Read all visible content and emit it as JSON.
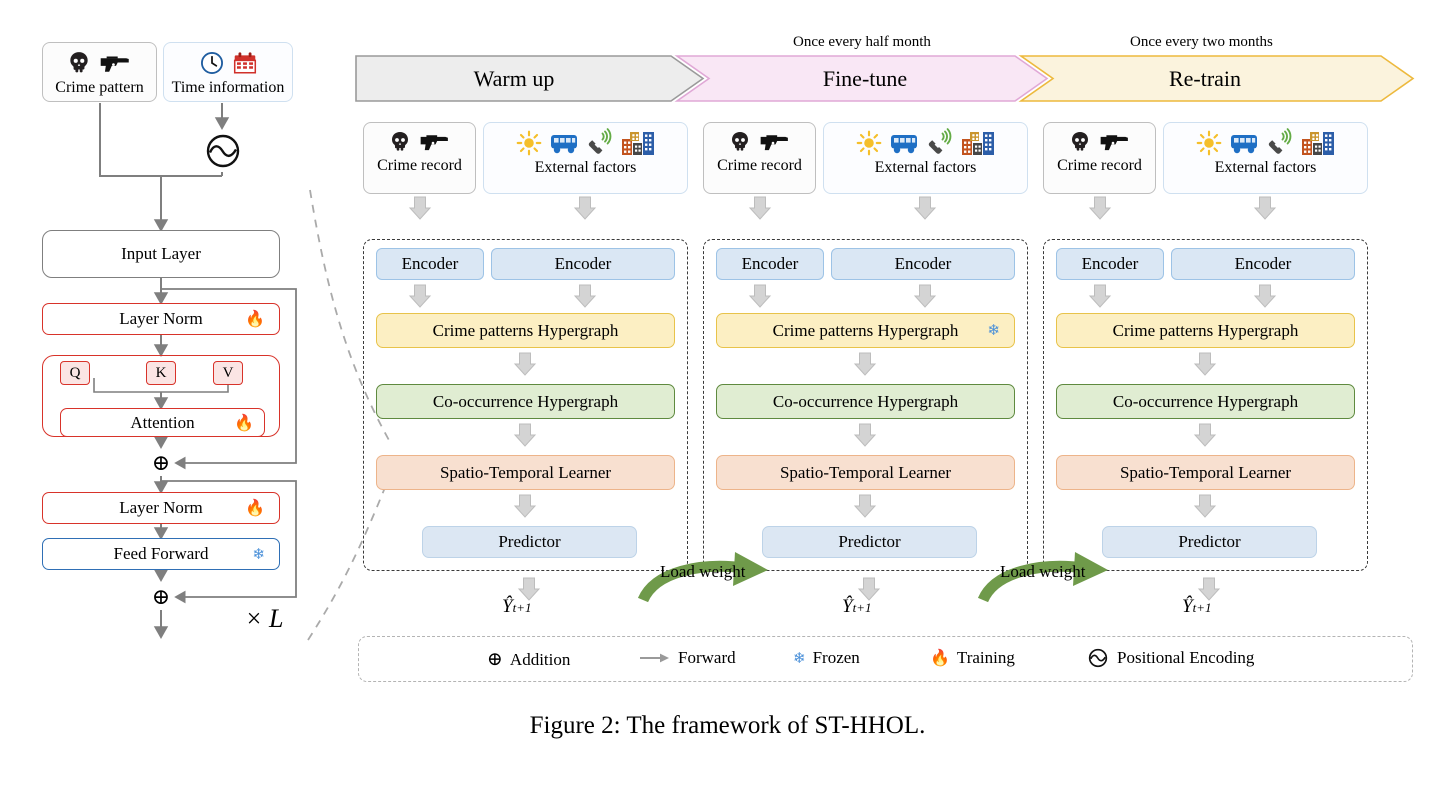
{
  "figure": {
    "caption": "Figure 2: The framework of ST-HHOL."
  },
  "left_panel": {
    "inputs": [
      {
        "label": "Crime pattern",
        "icons": [
          "skull-icon",
          "pistol-icon"
        ]
      },
      {
        "label": "Time information",
        "icons": [
          "clock-icon",
          "calendar-icon"
        ]
      }
    ],
    "pos_encoding_icon": "positional-encoding-icon",
    "blocks": [
      {
        "label": "Input Layer",
        "style": "grey",
        "badge": ""
      },
      {
        "label": "Layer Norm",
        "style": "red",
        "badge": "training"
      },
      {
        "label": "Attention",
        "style": "red",
        "badge": "training"
      },
      {
        "label": "Layer Norm",
        "style": "red",
        "badge": "training"
      },
      {
        "label": "Feed Forward",
        "style": "blue",
        "badge": "frozen"
      }
    ],
    "qkv": [
      "Q",
      "K",
      "V"
    ],
    "add_symbol": "⊕",
    "repeat_label": "× L"
  },
  "phases": [
    {
      "id": "warm-up",
      "title": "Warm up",
      "cadence": "",
      "fill": "#ededed",
      "stroke": "#9a9a9a"
    },
    {
      "id": "fine-tune",
      "title": "Fine-tune",
      "cadence": "Once every half month",
      "fill": "#f9e7f5",
      "stroke": "#e0a8d6"
    },
    {
      "id": "re-train",
      "title": "Re-train",
      "cadence": "Once every two months",
      "fill": "#fbf3dd",
      "stroke": "#edb93d"
    }
  ],
  "pipelines": [
    {
      "phase": "warm-up",
      "inputs": [
        {
          "label": "Crime record",
          "icons": [
            "skull-icon",
            "pistol-icon"
          ]
        },
        {
          "label": "External factors",
          "icons": [
            "sun-icon",
            "bus-icon",
            "phone-icon",
            "buildings-icon"
          ]
        }
      ],
      "stages": [
        {
          "label": "Encoder",
          "style": "encoder",
          "badge": ""
        },
        {
          "label": "Encoder",
          "style": "encoder",
          "badge": ""
        },
        {
          "label": "Crime patterns Hypergraph",
          "style": "yellow",
          "badge": ""
        },
        {
          "label": "Co-occurrence Hypergraph",
          "style": "green",
          "badge": ""
        },
        {
          "label": "Spatio-Temporal Learner",
          "style": "orange",
          "badge": ""
        },
        {
          "label": "Predictor",
          "style": "predictor",
          "badge": ""
        }
      ],
      "output": "Ŷ",
      "output_sub": "t+1"
    },
    {
      "phase": "fine-tune",
      "inputs": [
        {
          "label": "Crime record",
          "icons": [
            "skull-icon",
            "pistol-icon"
          ]
        },
        {
          "label": "External factors",
          "icons": [
            "sun-icon",
            "bus-icon",
            "phone-icon",
            "buildings-icon"
          ]
        }
      ],
      "stages": [
        {
          "label": "Encoder",
          "style": "encoder",
          "badge": ""
        },
        {
          "label": "Encoder",
          "style": "encoder",
          "badge": ""
        },
        {
          "label": "Crime patterns Hypergraph",
          "style": "yellow",
          "badge": "frozen"
        },
        {
          "label": "Co-occurrence Hypergraph",
          "style": "green",
          "badge": ""
        },
        {
          "label": "Spatio-Temporal Learner",
          "style": "orange",
          "badge": ""
        },
        {
          "label": "Predictor",
          "style": "predictor",
          "badge": ""
        }
      ],
      "output": "Ŷ",
      "output_sub": "t+1"
    },
    {
      "phase": "re-train",
      "inputs": [
        {
          "label": "Crime record",
          "icons": [
            "skull-icon",
            "pistol-icon"
          ]
        },
        {
          "label": "External factors",
          "icons": [
            "sun-icon",
            "bus-icon",
            "phone-icon",
            "buildings-icon"
          ]
        }
      ],
      "stages": [
        {
          "label": "Encoder",
          "style": "encoder",
          "badge": ""
        },
        {
          "label": "Encoder",
          "style": "encoder",
          "badge": ""
        },
        {
          "label": "Crime patterns Hypergraph",
          "style": "yellow",
          "badge": ""
        },
        {
          "label": "Co-occurrence Hypergraph",
          "style": "green",
          "badge": ""
        },
        {
          "label": "Spatio-Temporal Learner",
          "style": "orange",
          "badge": ""
        },
        {
          "label": "Predictor",
          "style": "predictor",
          "badge": ""
        }
      ],
      "output": "Ŷ",
      "output_sub": "t+1"
    }
  ],
  "transfer_arrows": [
    {
      "label": "Load weight",
      "from": "warm-up",
      "to": "fine-tune",
      "color": "#6f9a4a"
    },
    {
      "label": "Load weight",
      "from": "fine-tune",
      "to": "re-train",
      "color": "#6f9a4a"
    }
  ],
  "legend": [
    {
      "icon": "addition-icon",
      "label": "Addition"
    },
    {
      "icon": "forward-arrow-icon",
      "label": "Forward"
    },
    {
      "icon": "snowflake-icon",
      "label": "Frozen"
    },
    {
      "icon": "flame-icon",
      "label": "Training"
    },
    {
      "icon": "positional-encoding-icon",
      "label": "Positional Encoding"
    }
  ],
  "colors": {
    "arrow_grey": "#c8c8c8",
    "line_grey": "#7f7f7f",
    "green": "#6f9a4a",
    "red_border": "#d8332a",
    "blue_border": "#2f6fb5"
  }
}
